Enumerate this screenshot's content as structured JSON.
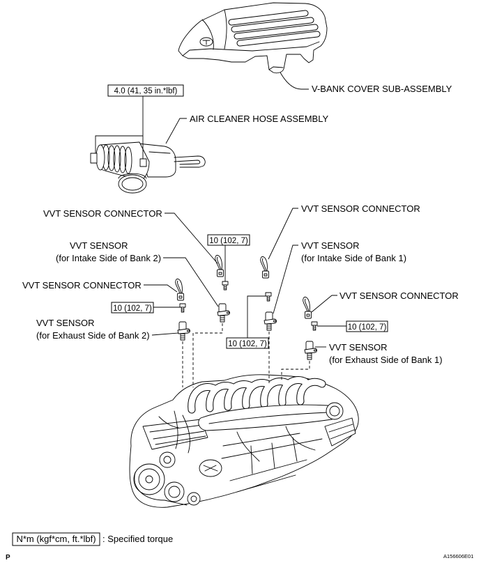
{
  "components": {
    "v_bank_cover": {
      "label": "V-BANK COVER SUB-ASSEMBLY"
    },
    "air_cleaner_hose": {
      "label": "AIR CLEANER HOSE ASSEMBLY",
      "torque": "4.0 (41, 35 in.*lbf)"
    }
  },
  "vvt_sensors": {
    "intake_bank2": {
      "connector_label": "VVT SENSOR CONNECTOR",
      "sensor_label": "VVT SENSOR",
      "location": "(for Intake Side of Bank 2)",
      "torque": "10 (102, 7)"
    },
    "intake_bank1": {
      "connector_label": "VVT SENSOR CONNECTOR",
      "sensor_label": "VVT SENSOR",
      "location": "(for Intake Side of Bank 1)",
      "torque": "10 (102, 7)"
    },
    "exhaust_bank2": {
      "connector_label": "VVT SENSOR CONNECTOR",
      "sensor_label": "VVT SENSOR",
      "location": "(for Exhaust Side of Bank 2)",
      "torque": "10 (102, 7)"
    },
    "exhaust_bank1": {
      "connector_label": "VVT SENSOR CONNECTOR",
      "sensor_label": "VVT SENSOR",
      "location": "(for Exhaust Side of Bank 1)",
      "torque": "10 (102, 7)"
    }
  },
  "legend": {
    "unit_box": "N*m (kgf*cm, ft.*lbf)",
    "description": ": Specified torque"
  },
  "footer": {
    "page_marker": "P",
    "figure_id": "A156606E01"
  },
  "colors": {
    "ink": "#000000",
    "background": "#ffffff"
  }
}
